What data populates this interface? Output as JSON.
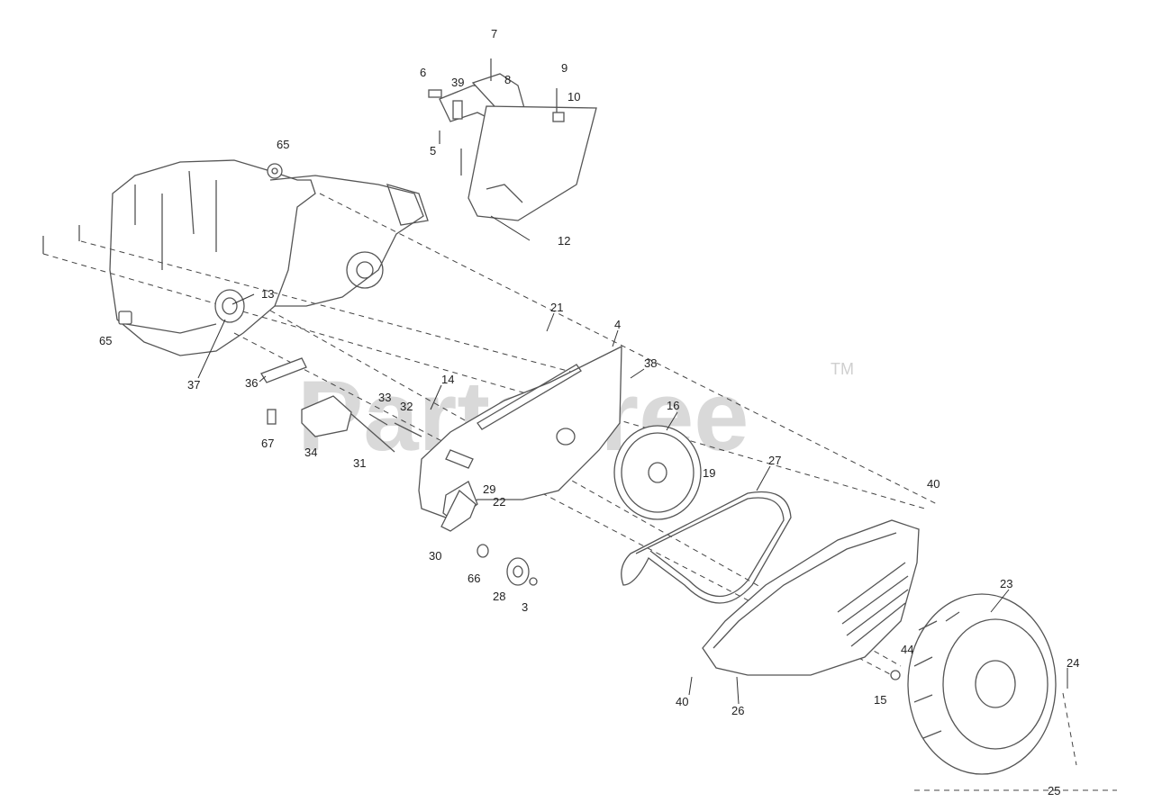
{
  "watermark": {
    "text": "PartsTree",
    "tm": "TM"
  },
  "callouts": [
    {
      "num": "7"
    },
    {
      "num": "6"
    },
    {
      "num": "39"
    },
    {
      "num": "8"
    },
    {
      "num": "9"
    },
    {
      "num": "10"
    },
    {
      "num": "5"
    },
    {
      "num": "12"
    },
    {
      "num": "65"
    },
    {
      "num": "13"
    },
    {
      "num": "65"
    },
    {
      "num": "37"
    },
    {
      "num": "21"
    },
    {
      "num": "4"
    },
    {
      "num": "38"
    },
    {
      "num": "36"
    },
    {
      "num": "33"
    },
    {
      "num": "32"
    },
    {
      "num": "14"
    },
    {
      "num": "16"
    },
    {
      "num": "67"
    },
    {
      "num": "34"
    },
    {
      "num": "31"
    },
    {
      "num": "19"
    },
    {
      "num": "27"
    },
    {
      "num": "40"
    },
    {
      "num": "29"
    },
    {
      "num": "22"
    },
    {
      "num": "30"
    },
    {
      "num": "66"
    },
    {
      "num": "28"
    },
    {
      "num": "3"
    },
    {
      "num": "23"
    },
    {
      "num": "44"
    },
    {
      "num": "24"
    },
    {
      "num": "15"
    },
    {
      "num": "40"
    },
    {
      "num": "26"
    },
    {
      "num": "25"
    }
  ]
}
